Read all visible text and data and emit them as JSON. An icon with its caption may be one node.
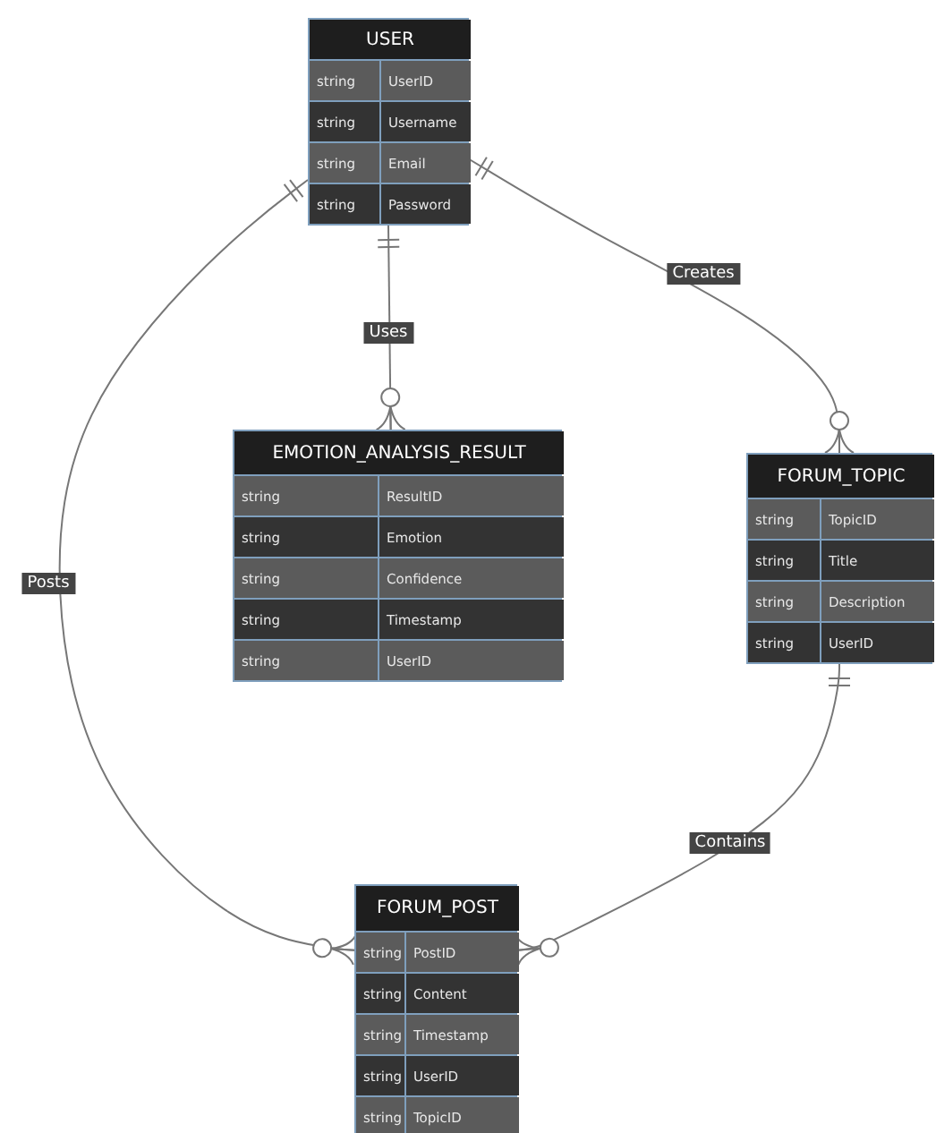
{
  "diagram": {
    "nodes": [
      {
        "text": [
          "USER",
          "string",
          "UserID",
          "string",
          "Username",
          "string",
          "Email",
          "string",
          "Password"
        ]
      },
      {
        "text": [
          "EMOTION_ANALYSIS_RESULT",
          "string",
          "ResultID",
          "string",
          "Emotion",
          "string",
          "Confidence",
          "string",
          "Timestamp",
          "string",
          "UserID"
        ]
      },
      {
        "text": [
          "FORUM_TOPIC",
          "string",
          "TopicID",
          "string",
          "Title",
          "string",
          "Description",
          "string",
          "UserID"
        ]
      },
      {
        "text": [
          "FORUM_POST",
          "string",
          "PostID",
          "string",
          "Content",
          "string",
          "Timestamp",
          "string",
          "UserID",
          "string",
          "TopicID"
        ]
      }
    ],
    "edges": [
      {
        "from": 0,
        "to": 1,
        "arrow": "other",
        "label": "Uses"
      },
      {
        "from": 0,
        "to": 2,
        "arrow": "other",
        "label": "Creates"
      },
      {
        "from": 0,
        "to": 3,
        "arrow": "other",
        "label": "Posts"
      },
      {
        "from": 2,
        "to": 3,
        "arrow": "other",
        "label": "Contains"
      }
    ]
  }
}
